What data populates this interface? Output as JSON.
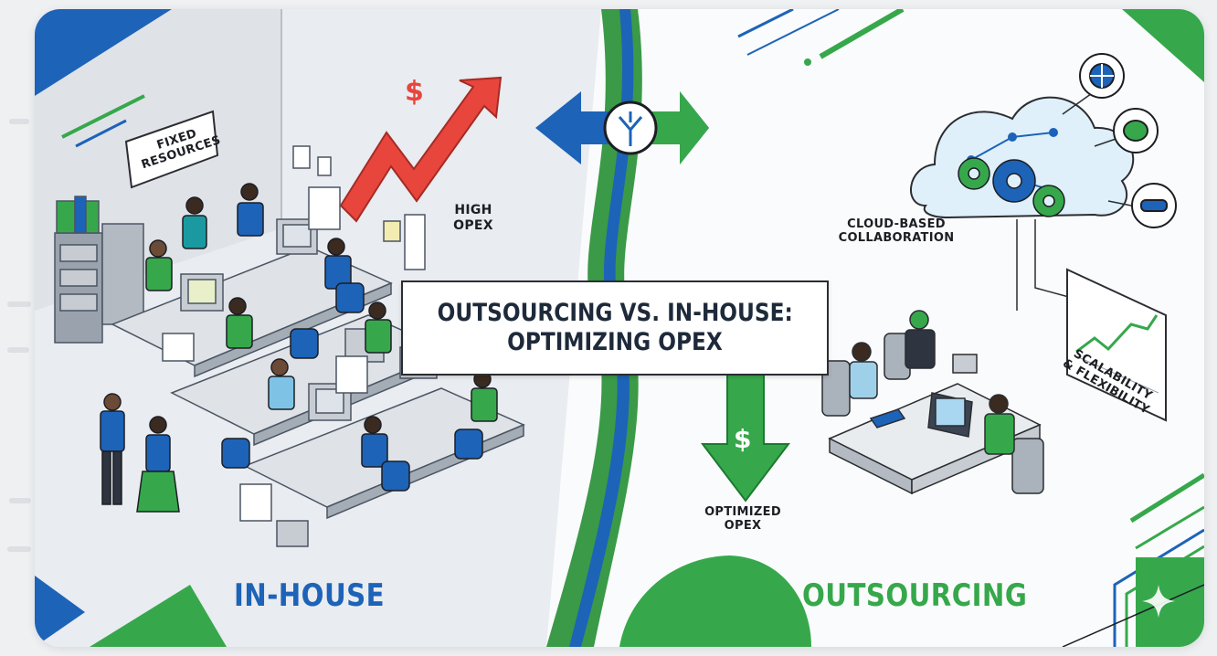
{
  "title": {
    "line1": "OUTSOURCING VS. IN-HOUSE:",
    "line2": "OPTIMIZING OPEX"
  },
  "labels": {
    "fixed_resources_1": "FIXED",
    "fixed_resources_2": "RESOURCES",
    "high_opex_1": "HIGH",
    "high_opex_2": "OPEX",
    "cloud_1": "CLOUD-BASED",
    "cloud_2": "COLLABORATION",
    "optimized_1": "OPTIMIZED",
    "optimized_2": "OPEX",
    "scalability_1": "SCALABILITY",
    "scalability_2": "& FLEXIBILITY",
    "in_house": "IN-HOUSE",
    "outsourcing": "OUTSOURCING"
  },
  "symbols": {
    "dollar": "$"
  },
  "colors": {
    "blue": "#1d63b8",
    "green": "#36a84b",
    "red": "#e8453c"
  },
  "icons": [
    "globe-icon",
    "brain-icon",
    "handshake-icon",
    "gear-icon",
    "split-arrow-icon",
    "sparkle-icon"
  ]
}
